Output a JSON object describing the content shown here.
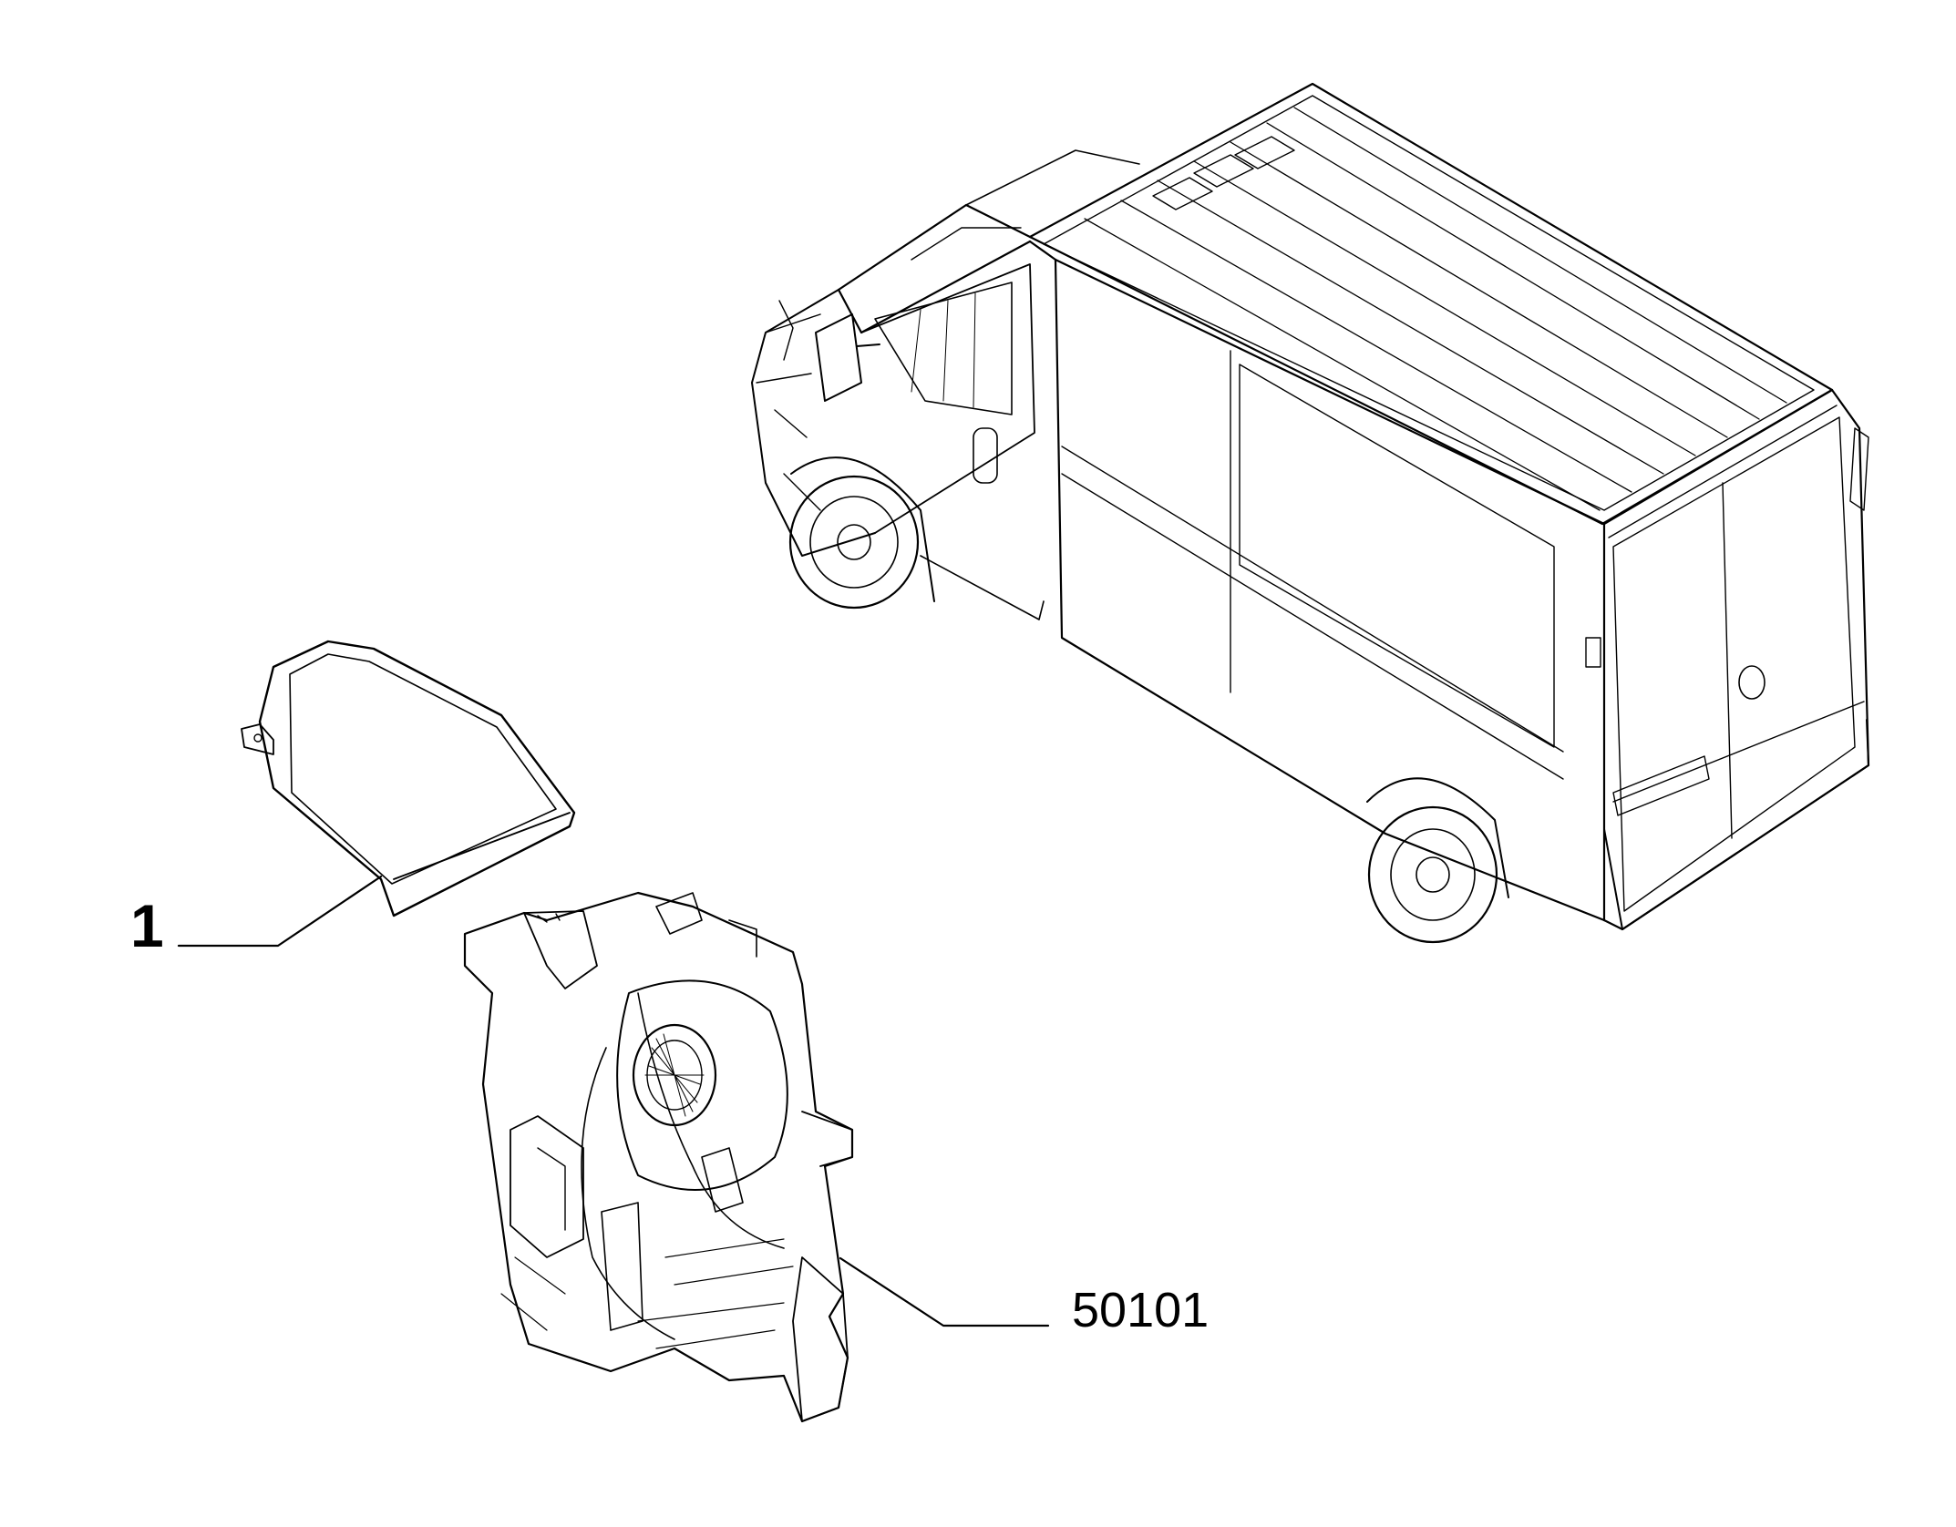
{
  "callouts": [
    {
      "label": "1",
      "part": "air-duct-cover"
    },
    {
      "label": "50101",
      "part": "heater-blower-assembly"
    }
  ],
  "colors": {
    "line": "#000000",
    "background": "#ffffff"
  }
}
